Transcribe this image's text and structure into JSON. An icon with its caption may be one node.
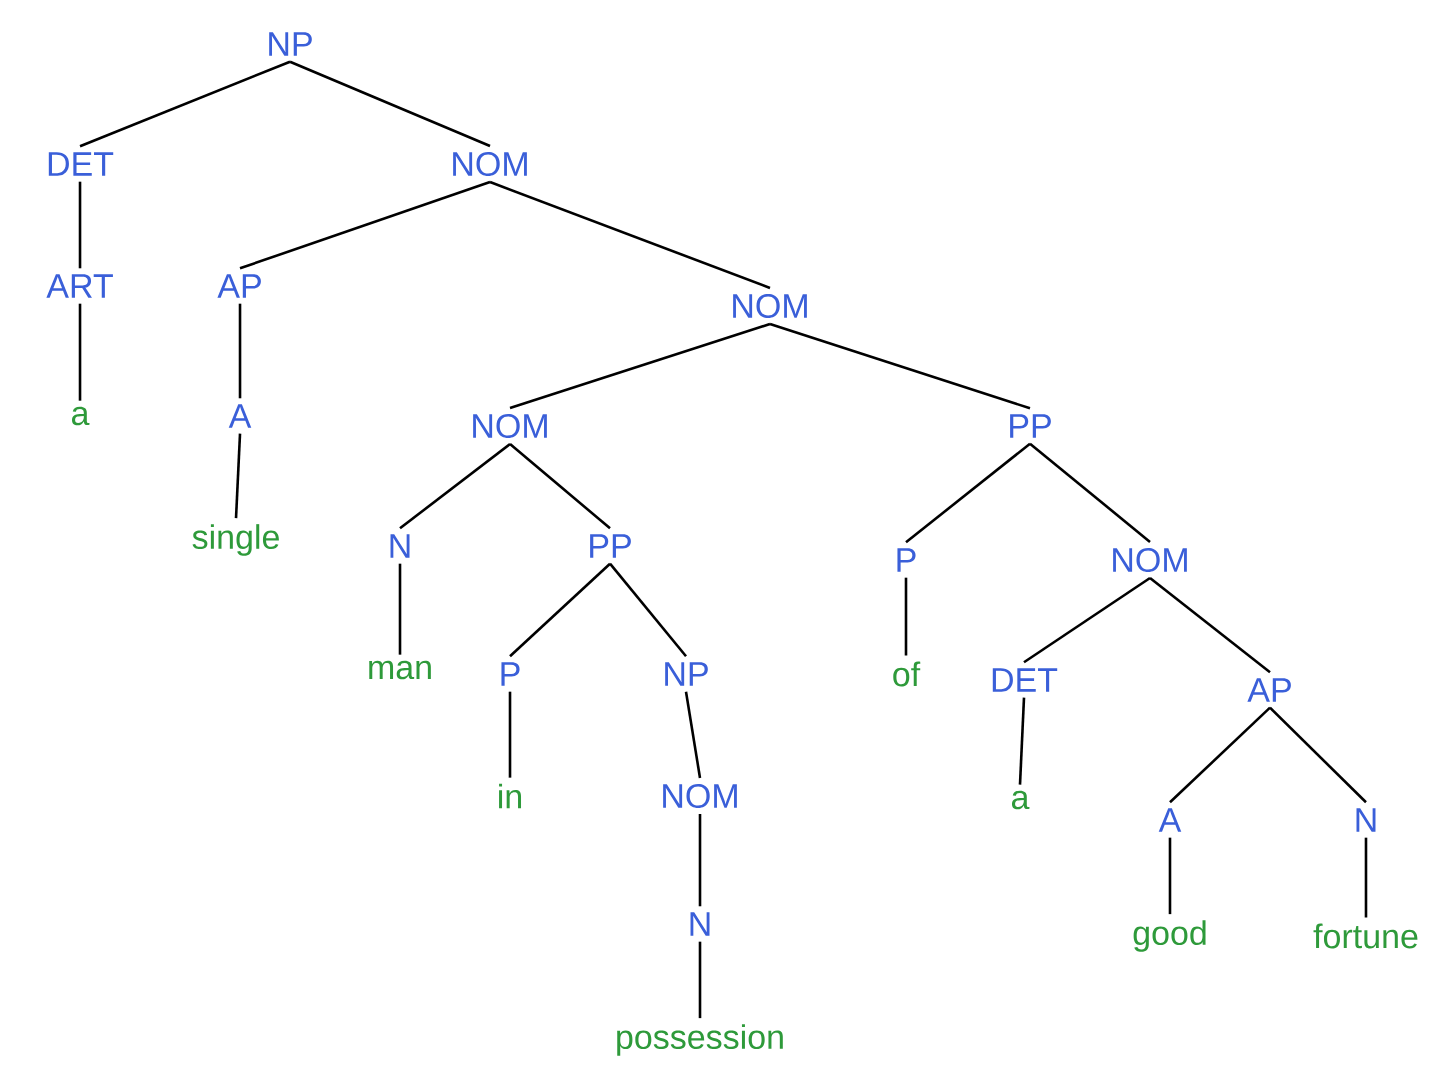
{
  "diagram": {
    "nodes": [
      {
        "text": [
          "NP"
        ]
      },
      {
        "text": [
          "DET"
        ]
      },
      {
        "text": [
          "NOM"
        ]
      },
      {
        "text": [
          "ART"
        ]
      },
      {
        "text": [
          "AP"
        ]
      },
      {
        "text": [
          "NOM"
        ]
      },
      {
        "text": [
          "a"
        ]
      },
      {
        "text": [
          "A"
        ]
      },
      {
        "text": [
          "NOM"
        ]
      },
      {
        "text": [
          "PP"
        ]
      },
      {
        "text": [
          "single"
        ]
      },
      {
        "text": [
          "N"
        ]
      },
      {
        "text": [
          "PP"
        ]
      },
      {
        "text": [
          "P"
        ]
      },
      {
        "text": [
          "NOM"
        ]
      },
      {
        "text": [
          "man"
        ]
      },
      {
        "text": [
          "P"
        ]
      },
      {
        "text": [
          "NP"
        ]
      },
      {
        "text": [
          "of"
        ]
      },
      {
        "text": [
          "DET"
        ]
      },
      {
        "text": [
          "AP"
        ]
      },
      {
        "text": [
          "in"
        ]
      },
      {
        "text": [
          "NOM"
        ]
      },
      {
        "text": [
          "a"
        ]
      },
      {
        "text": [
          "A"
        ]
      },
      {
        "text": [
          "N"
        ]
      },
      {
        "text": [
          "N"
        ]
      },
      {
        "text": [
          "good"
        ]
      },
      {
        "text": [
          "fortune"
        ]
      },
      {
        "text": [
          "possession"
        ]
      }
    ],
    "edges": [
      {
        "from": 0,
        "to": 1,
        "arrow": "none"
      },
      {
        "from": 0,
        "to": 2,
        "arrow": "none"
      },
      {
        "from": 1,
        "to": 3,
        "arrow": "none"
      },
      {
        "from": 2,
        "to": 4,
        "arrow": "none"
      },
      {
        "from": 2,
        "to": 5,
        "arrow": "none"
      },
      {
        "from": 3,
        "to": 6,
        "arrow": "none"
      },
      {
        "from": 4,
        "to": 7,
        "arrow": "none"
      },
      {
        "from": 5,
        "to": 8,
        "arrow": "none"
      },
      {
        "from": 5,
        "to": 9,
        "arrow": "none"
      },
      {
        "from": 7,
        "to": 10,
        "arrow": "none"
      },
      {
        "from": 8,
        "to": 11,
        "arrow": "none"
      },
      {
        "from": 8,
        "to": 12,
        "arrow": "none"
      },
      {
        "from": 9,
        "to": 13,
        "arrow": "none"
      },
      {
        "from": 9,
        "to": 14,
        "arrow": "none"
      },
      {
        "from": 11,
        "to": 15,
        "arrow": "none"
      },
      {
        "from": 12,
        "to": 16,
        "arrow": "none"
      },
      {
        "from": 12,
        "to": 17,
        "arrow": "none"
      },
      {
        "from": 13,
        "to": 18,
        "arrow": "none"
      },
      {
        "from": 14,
        "to": 19,
        "arrow": "none"
      },
      {
        "from": 14,
        "to": 20,
        "arrow": "none"
      },
      {
        "from": 16,
        "to": 21,
        "arrow": "none"
      },
      {
        "from": 17,
        "to": 22,
        "arrow": "none"
      },
      {
        "from": 19,
        "to": 23,
        "arrow": "none"
      },
      {
        "from": 20,
        "to": 24,
        "arrow": "none"
      },
      {
        "from": 20,
        "to": 25,
        "arrow": "none"
      },
      {
        "from": 22,
        "to": 26,
        "arrow": "none"
      },
      {
        "from": 24,
        "to": 27,
        "arrow": "none"
      },
      {
        "from": 25,
        "to": 28,
        "arrow": "none"
      },
      {
        "from": 26,
        "to": 29,
        "arrow": "none"
      }
    ]
  }
}
